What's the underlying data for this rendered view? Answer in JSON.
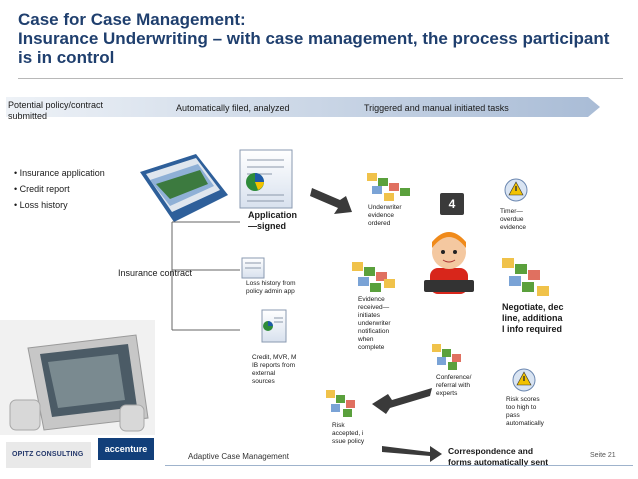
{
  "title": {
    "line1": "Case for Case Management:",
    "line2": "Insurance Underwriting – with case management, the process participant",
    "line3": "is in control"
  },
  "banner": {
    "left_line1": "Potential policy/contract",
    "left_line2": "submitted",
    "mid": "Automatically filed, analyzed",
    "right": "Triggered and manual initiated tasks"
  },
  "bullets": [
    "Insurance application",
    "Credit report",
    "Loss history"
  ],
  "labels": {
    "insurance_contract": "Insurance contract",
    "application_l1": "Application",
    "application_l2": "—signed",
    "loss_history_l1": "Loss history from",
    "loss_history_l2": "policy admin app",
    "credit_l1": "Credit, MVR, M",
    "credit_l2": "IB reports from",
    "credit_l3": "external",
    "credit_l4": "sources",
    "uw_evidence_l1": "Underwriter",
    "uw_evidence_l2": "evidence",
    "uw_evidence_l3": "ordered",
    "evidence_recv": [
      "Evidence",
      "received—",
      "initiates",
      "underwriter",
      "notification",
      "when",
      "complete"
    ],
    "timer": [
      "Timer—",
      "overdue",
      "evidence"
    ],
    "negotiate": [
      "Negotiate, dec",
      "line, additiona",
      "l info required"
    ],
    "conference": [
      "Conference/",
      "referral with",
      "experts"
    ],
    "risk_scores": [
      "Risk scores",
      "too high to",
      "pass",
      "automatically"
    ],
    "risk_accepted": [
      "Risk",
      "accepted, i",
      "ssue policy"
    ],
    "correspondence": [
      "Correspondence and",
      "forms automatically sent"
    ],
    "badge": "4"
  },
  "footer": {
    "text": "Adaptive Case Management",
    "page": "Seite 21",
    "logo_opitz": "OPITZ CONSULTING",
    "logo_accenture": "accenture"
  },
  "colors": {
    "title": "#1f3f6e",
    "banner_arrow": "#b7c7dc",
    "accent_green": "#5aa03c",
    "accent_dark_blue": "#123f7a"
  }
}
